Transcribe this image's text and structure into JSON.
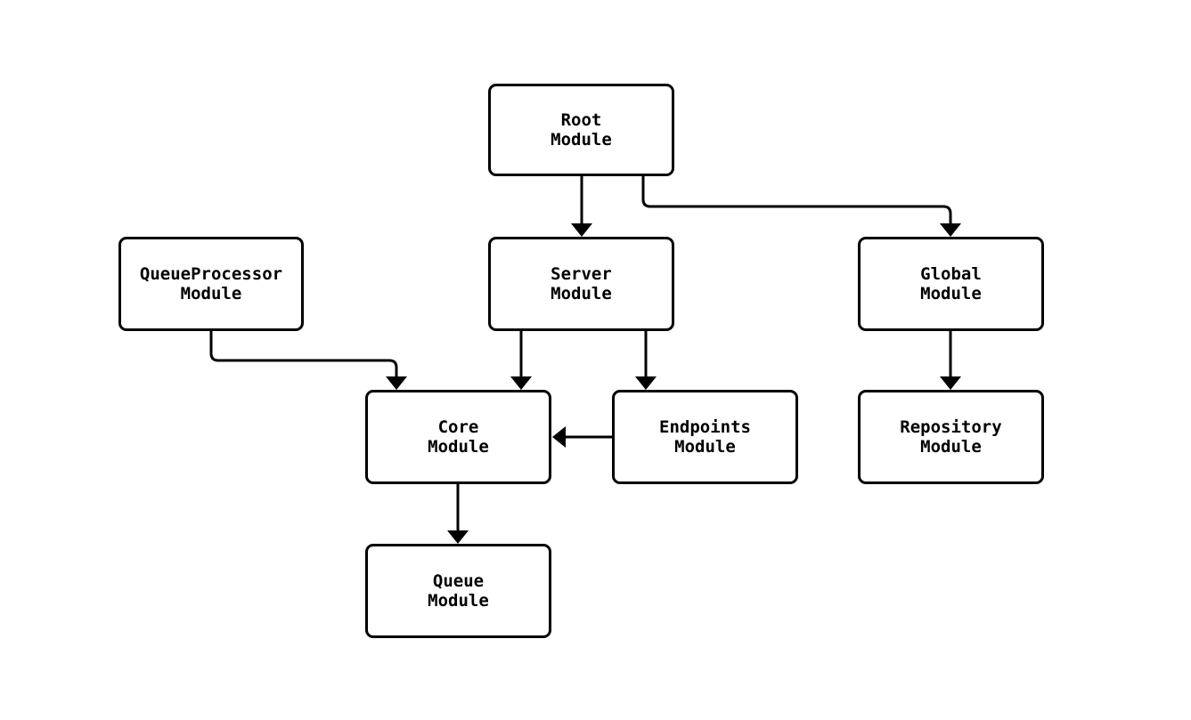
{
  "diagram": {
    "type": "module-dependency-graph",
    "background_color": "#ffffff",
    "node_fill_color": "#ffffff",
    "node_stroke_color": "#000000",
    "edge_color": "#000000",
    "nodes": [
      {
        "id": "root",
        "line1": "Root",
        "line2": "Module"
      },
      {
        "id": "queueprocessor",
        "line1": "QueueProcessor",
        "line2": "Module"
      },
      {
        "id": "server",
        "line1": "Server",
        "line2": "Module"
      },
      {
        "id": "global",
        "line1": "Global",
        "line2": "Module"
      },
      {
        "id": "core",
        "line1": "Core",
        "line2": "Module"
      },
      {
        "id": "endpoints",
        "line1": "Endpoints",
        "line2": "Module"
      },
      {
        "id": "repository",
        "line1": "Repository",
        "line2": "Module"
      },
      {
        "id": "queue",
        "line1": "Queue",
        "line2": "Module"
      }
    ],
    "edges": [
      {
        "from": "Root Module",
        "to": "Server Module"
      },
      {
        "from": "Root Module",
        "to": "Global Module"
      },
      {
        "from": "QueueProcessor Module",
        "to": "Core Module"
      },
      {
        "from": "Server Module",
        "to": "Core Module"
      },
      {
        "from": "Server Module",
        "to": "Endpoints Module"
      },
      {
        "from": "Endpoints Module",
        "to": "Core Module"
      },
      {
        "from": "Global Module",
        "to": "Repository Module"
      },
      {
        "from": "Core Module",
        "to": "Queue Module"
      }
    ]
  }
}
